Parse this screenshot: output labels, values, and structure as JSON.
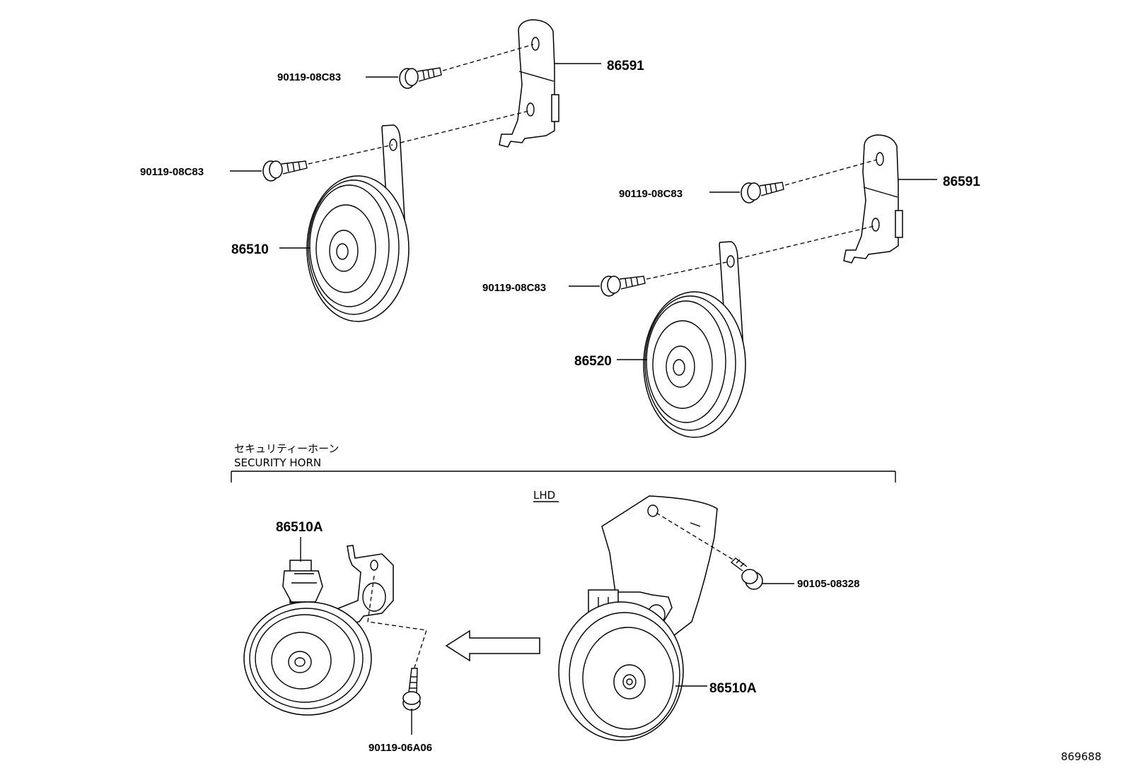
{
  "section": {
    "title_jp": "セキュリティーホーン",
    "title_en": "SECURITY HORN",
    "variant": "LHD"
  },
  "labels": {
    "bolt_1": "90119-08C83",
    "bolt_2": "90119-08C83",
    "bolt_3": "90119-08C83",
    "bolt_4": "90119-08C83",
    "bracket_1": "86591",
    "bracket_2": "86591",
    "horn_low": "86510",
    "horn_high": "86520",
    "security_horn_left": "86510A",
    "security_horn_right": "86510A",
    "security_bolt_left": "90119-06A06",
    "security_bolt_right": "90105-08328"
  },
  "diagram_id": "869688"
}
